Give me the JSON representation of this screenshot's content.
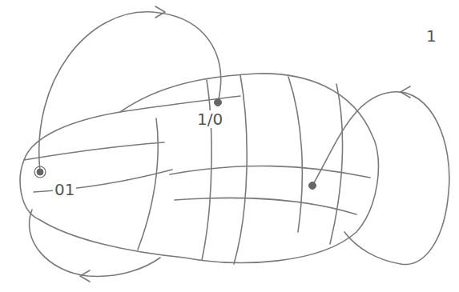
{
  "diagram": {
    "labels": [
      "01",
      "1/0",
      "1"
    ]
  }
}
